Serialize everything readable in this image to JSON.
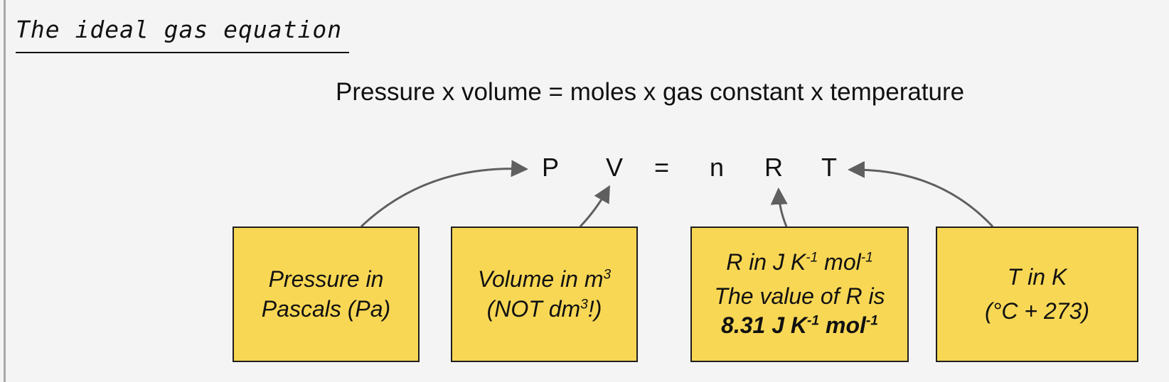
{
  "title": "The ideal gas equation",
  "subtitle": "Pressure x volume = moles x gas constant x temperature",
  "equation": {
    "p": "P",
    "v": "V",
    "eq": "=",
    "n": "n",
    "r": "R",
    "t": "T"
  },
  "boxes": {
    "pressure": {
      "line1": "Pressure in",
      "line2": "Pascals (Pa)"
    },
    "volume": {
      "line1": "Volume in m",
      "line1_sup": "3",
      "line2": "(NOT dm",
      "line2_sup": "3",
      "line2_end": "!)"
    },
    "gas_constant": {
      "units_prefix": "R in J K",
      "units_sup1": "-1",
      "units_mid": " mol",
      "units_sup2": "-1",
      "value_label": "The value of R is",
      "value_prefix": "8.31 J K",
      "value_sup1": "-1",
      "value_mid": " mol",
      "value_sup2": "-1"
    },
    "temperature": {
      "line1": "T in K",
      "line2": "(°C + 273)"
    }
  },
  "colors": {
    "box_fill": "#f8d755",
    "arrow": "#5f5f5f",
    "background": "#f4f4f4"
  }
}
